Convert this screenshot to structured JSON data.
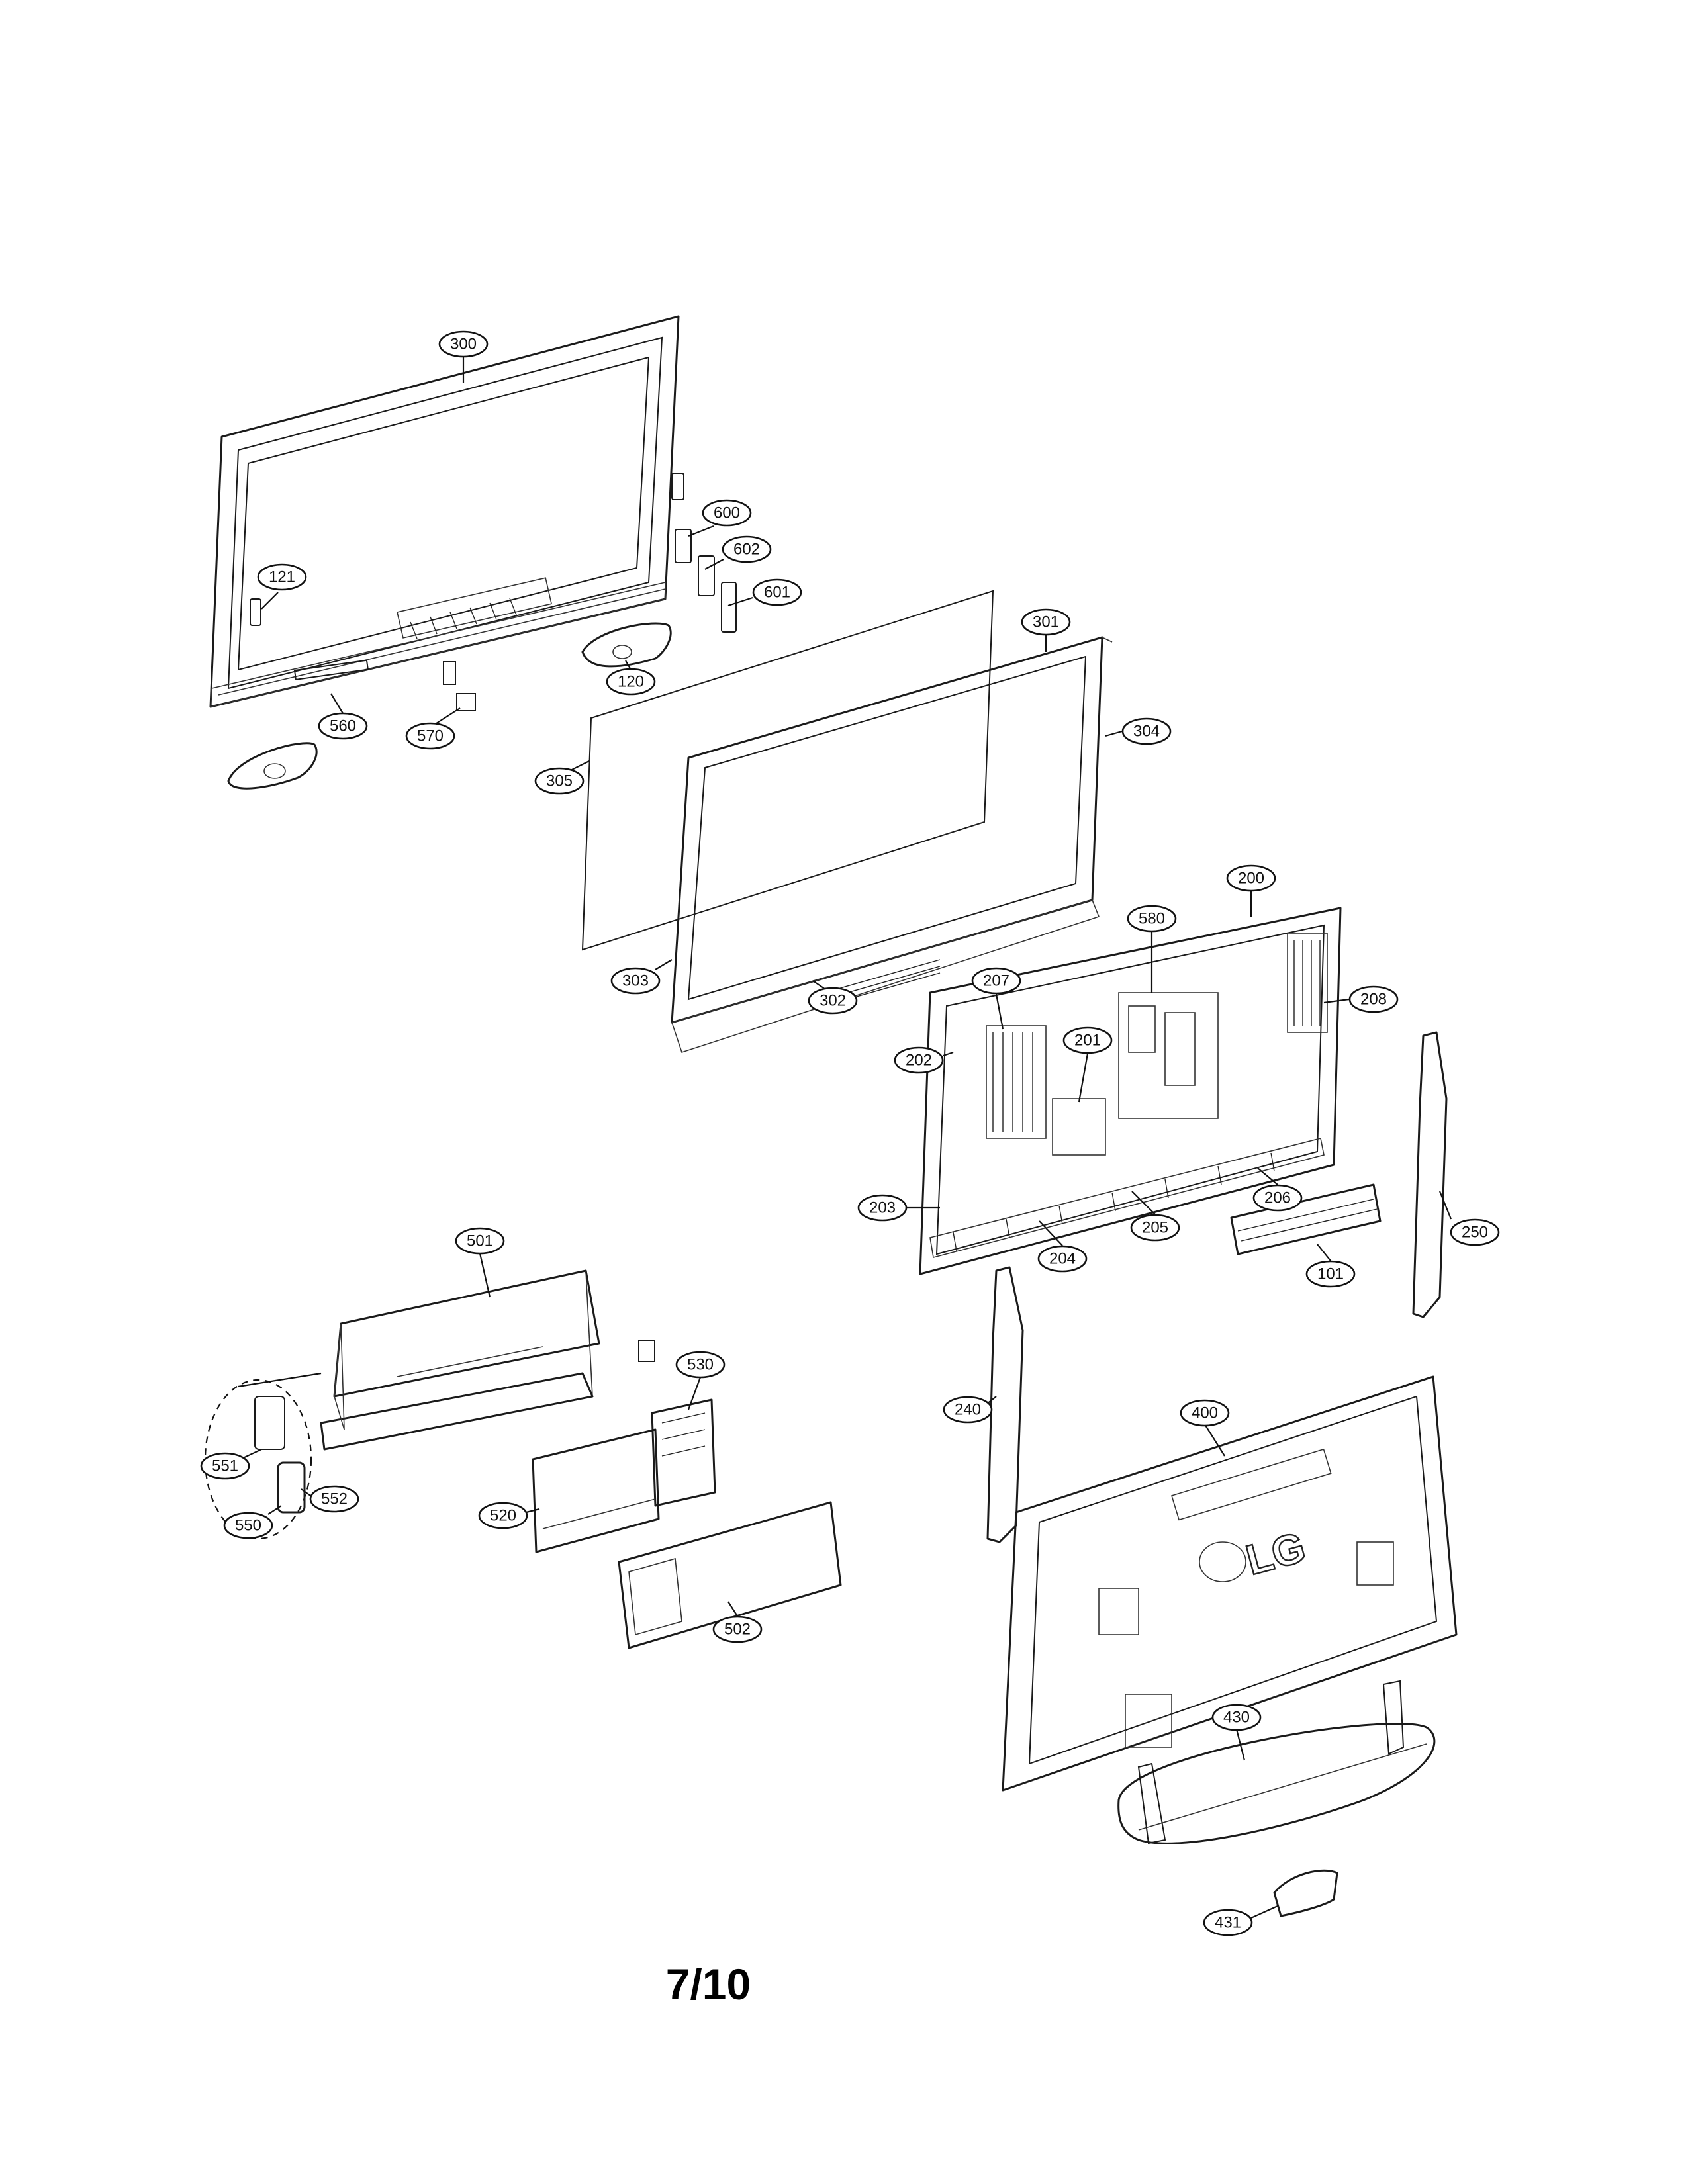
{
  "page": {
    "number": "7/10"
  },
  "logo": {
    "text": "LG"
  },
  "callouts": [
    {
      "id": "c300",
      "label": "300"
    },
    {
      "id": "c600",
      "label": "600"
    },
    {
      "id": "c602",
      "label": "602"
    },
    {
      "id": "c601",
      "label": "601"
    },
    {
      "id": "c121",
      "label": "121"
    },
    {
      "id": "c120",
      "label": "120"
    },
    {
      "id": "c560",
      "label": "560"
    },
    {
      "id": "c570",
      "label": "570"
    },
    {
      "id": "c301",
      "label": "301"
    },
    {
      "id": "c304",
      "label": "304"
    },
    {
      "id": "c305",
      "label": "305"
    },
    {
      "id": "c303",
      "label": "303"
    },
    {
      "id": "c302",
      "label": "302"
    },
    {
      "id": "c200",
      "label": "200"
    },
    {
      "id": "c580",
      "label": "580"
    },
    {
      "id": "c207",
      "label": "207"
    },
    {
      "id": "c208",
      "label": "208"
    },
    {
      "id": "c201",
      "label": "201"
    },
    {
      "id": "c202",
      "label": "202"
    },
    {
      "id": "c206",
      "label": "206"
    },
    {
      "id": "c203",
      "label": "203"
    },
    {
      "id": "c205",
      "label": "205"
    },
    {
      "id": "c204",
      "label": "204"
    },
    {
      "id": "c101",
      "label": "101"
    },
    {
      "id": "c250",
      "label": "250"
    },
    {
      "id": "c501",
      "label": "501"
    },
    {
      "id": "c530",
      "label": "530"
    },
    {
      "id": "c551",
      "label": "551"
    },
    {
      "id": "c552",
      "label": "552"
    },
    {
      "id": "c550",
      "label": "550"
    },
    {
      "id": "c520",
      "label": "520"
    },
    {
      "id": "c502",
      "label": "502"
    },
    {
      "id": "c240",
      "label": "240"
    },
    {
      "id": "c400",
      "label": "400"
    },
    {
      "id": "c430",
      "label": "430"
    },
    {
      "id": "c431",
      "label": "431"
    }
  ]
}
